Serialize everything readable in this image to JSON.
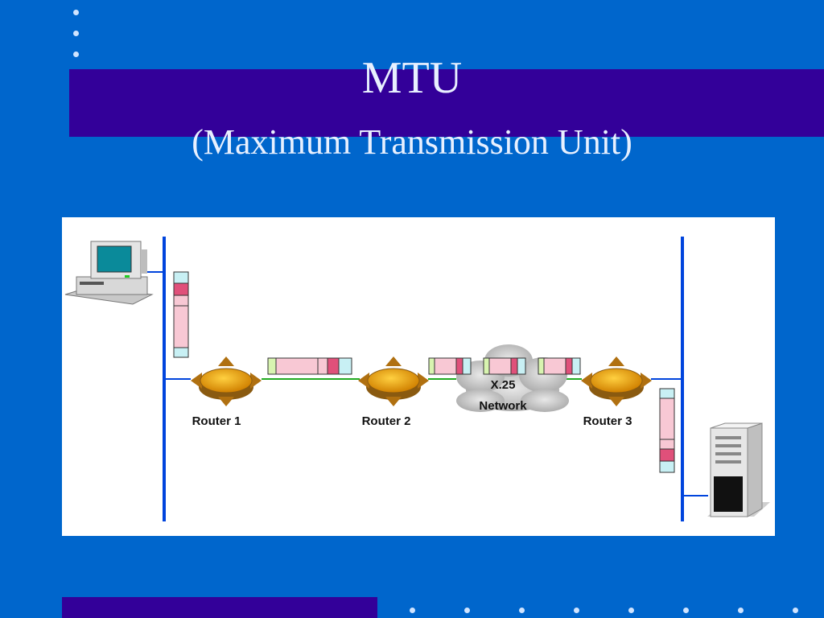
{
  "slide": {
    "title": "MTU",
    "subtitle": "(Maximum Transmission Unit)"
  },
  "diagram": {
    "routers": [
      {
        "label": "Router 1"
      },
      {
        "label": "Router 2"
      },
      {
        "label": "Router 3"
      }
    ],
    "network": {
      "line1": "X.25",
      "line2": "Network"
    },
    "colors": {
      "background": "#0066cc",
      "band": "#330099",
      "segment_line": "#0044dd",
      "link_line": "#22aa22",
      "packet_header": "#c8f0f4",
      "packet_body": "#f8c8d4",
      "packet_highlight": "#e0507a",
      "packet_trailer": "#d8f4b0",
      "router": "#f0a010"
    }
  }
}
